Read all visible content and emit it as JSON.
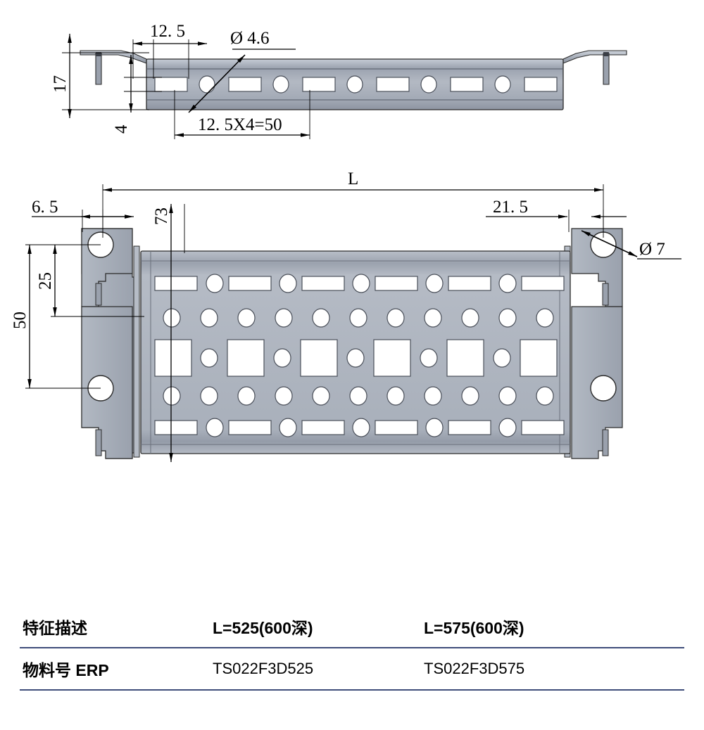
{
  "drawing": {
    "title": "DIN rail / perforated mounting plate assembly drawing",
    "views": {
      "top": {
        "name": "side-elevation-view"
      },
      "plan": {
        "name": "plan-view"
      }
    },
    "dimensions": {
      "top_view": {
        "height_17": "17",
        "height_4": "4",
        "pitch_12_5": "12. 5",
        "hole_dia": "Ø 4.6",
        "run_total": "12. 5X4=50"
      },
      "plan_view": {
        "offset_6_5": "6. 5",
        "overall_L": "L",
        "width_73": "73",
        "span_50": "50",
        "span_25": "25",
        "offset_21_5": "21. 5",
        "bracket_hole_dia": "Ø 7"
      }
    },
    "geometry": {
      "top_view_slots": 6,
      "top_view_circles": 5,
      "plan_slot_rows": 2,
      "plan_slots_per_row": 6,
      "plan_small_circles_per_slot_row": 5,
      "plan_circle_rows": 2,
      "plan_circles_per_row": 11,
      "plan_square_row_squares": 6,
      "plan_square_row_circles": 5
    },
    "colors": {
      "metal_fill": "#a9b0bb",
      "metal_fill_light": "#c2c8d1",
      "metal_fill_dark": "#8f96a3",
      "outline": "#2b2b2b",
      "hole_fill": "#ffffff",
      "table_rule": "#3f4d7a",
      "text": "#000000"
    }
  },
  "table": {
    "columns": [
      "feature",
      "variant_525",
      "variant_575"
    ],
    "header": {
      "feature_label": "特征描述",
      "variant_525_label": "L=525(600深)",
      "variant_575_label": "L=575(600深)"
    },
    "rows": [
      {
        "label": "物料号 ERP",
        "variant_525": "TS022F3D525",
        "variant_575": "TS022F3D575"
      }
    ]
  }
}
